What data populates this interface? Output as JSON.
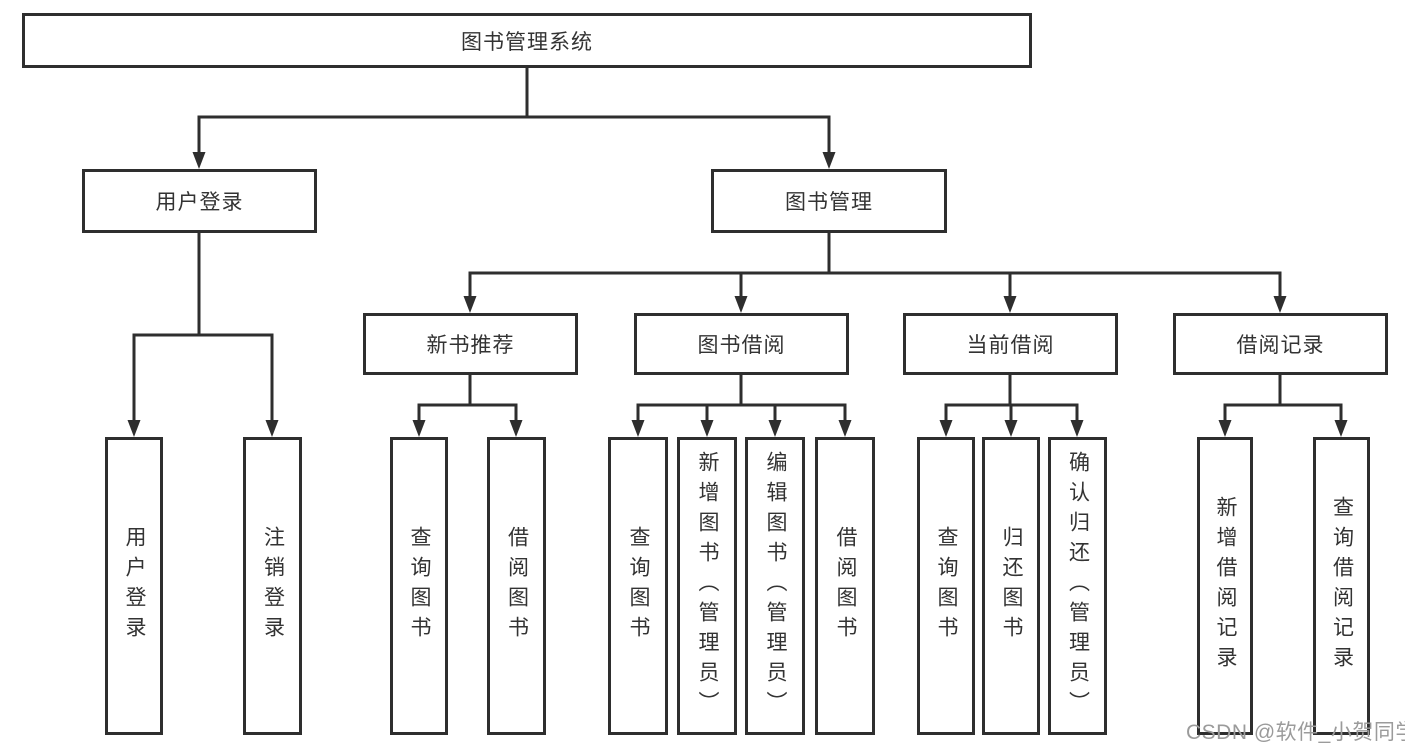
{
  "diagram": {
    "root": {
      "label": "图书管理系统"
    },
    "level2": {
      "user_login": {
        "label": "用户登录"
      },
      "book_management": {
        "label": "图书管理"
      }
    },
    "level3": {
      "new_book_recommend": {
        "label": "新书推荐"
      },
      "book_borrow": {
        "label": "图书借阅"
      },
      "current_borrow": {
        "label": "当前借阅"
      },
      "borrow_records": {
        "label": "借阅记录"
      }
    },
    "leaves": {
      "user_login": [
        "用户登录",
        "注销登录"
      ],
      "new_book_recommend": [
        "查询图书",
        "借阅图书"
      ],
      "book_borrow": [
        "查询图书",
        "新增图书（管理员）",
        "编辑图书（管理员）",
        "借阅图书"
      ],
      "current_borrow": [
        "查询图书",
        "归还图书",
        "确认归还（管理员）"
      ],
      "borrow_records": [
        "新增借阅记录",
        "查询借阅记录"
      ]
    }
  },
  "watermark": {
    "text": "CSDN @软件_小贺同学",
    "color": "#9b9b9b"
  },
  "colors": {
    "line": "#2e2e2e",
    "box_border": "#2e2e2e",
    "text": "#333333",
    "background": "#ffffff"
  }
}
